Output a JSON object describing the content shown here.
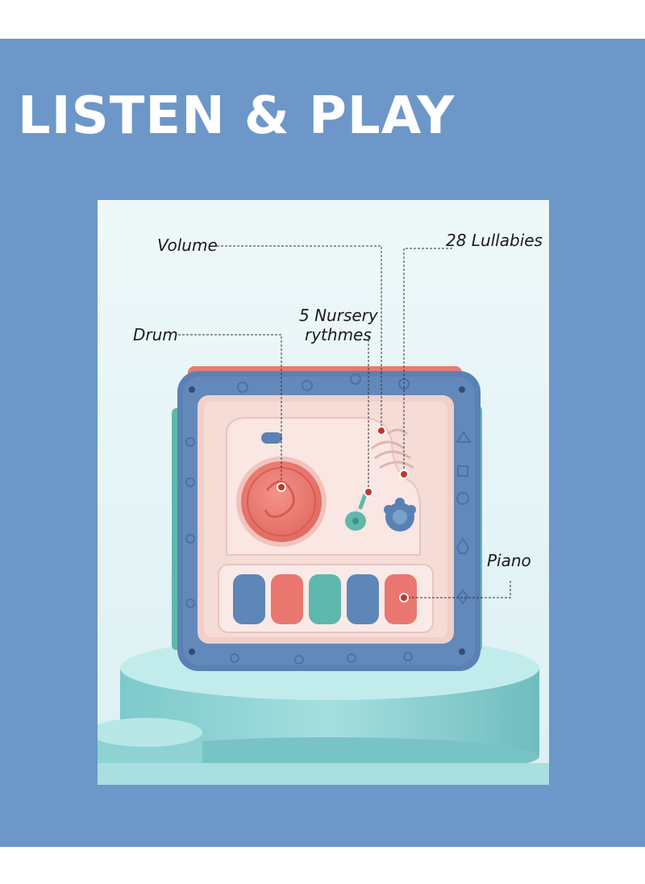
{
  "headline": "LISTEN & PLAY",
  "callouts": {
    "volume": "Volume",
    "lullabies": "28 Lullabies",
    "nursery_line1": "5 Nursery",
    "nursery_line2": "rythmes",
    "drum": "Drum",
    "piano": "Piano"
  },
  "colors": {
    "banner": "#6c97c8",
    "photo_bg": "#e9f6f8",
    "cube_blue": "#5a81b4",
    "panel_pink": "#f6dcd7",
    "drum_red": "#ec7d73",
    "key_blue": "#5e86b8",
    "key_red": "#ea7670",
    "key_teal": "#5eb8ad",
    "pedestal": "#86cfd0",
    "callout_dot": "#c8342a"
  },
  "piano_keys": [
    "key_blue",
    "key_red",
    "key_teal",
    "key_blue",
    "key_red"
  ]
}
